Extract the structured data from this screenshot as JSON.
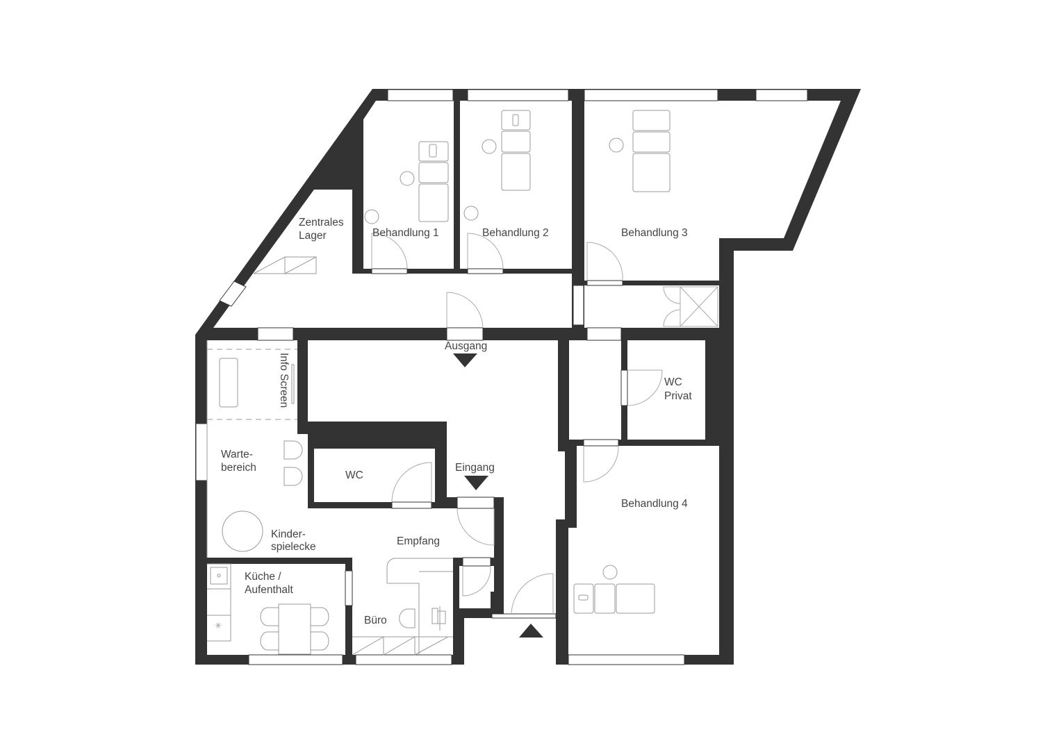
{
  "colors": {
    "wall": "#333333",
    "background": "#ffffff",
    "furniture": "#9a9a9a",
    "label": "#444444"
  },
  "rooms": {
    "lager": [
      "Zentrales",
      "Lager"
    ],
    "behandlung1": "Behandlung 1",
    "behandlung2": "Behandlung 2",
    "behandlung3": "Behandlung 3",
    "behandlung4": "Behandlung 4",
    "ausgang": "Ausgang",
    "eingang": "Eingang",
    "info_screen": "Info Screen",
    "wc_privat": [
      "WC",
      "Privat"
    ],
    "wartebereich": [
      "Warte-",
      "bereich"
    ],
    "wc": "WC",
    "kinderspielecke": [
      "Kinder-",
      "spielecke"
    ],
    "empfang": "Empfang",
    "kueche": [
      "Küche /",
      "Aufenthalt"
    ],
    "buero": "Büro"
  },
  "markers": {
    "ausgang_arrow": "triangle-down",
    "eingang_arrow": "triangle-down",
    "entrance_arrow": "triangle-up"
  }
}
